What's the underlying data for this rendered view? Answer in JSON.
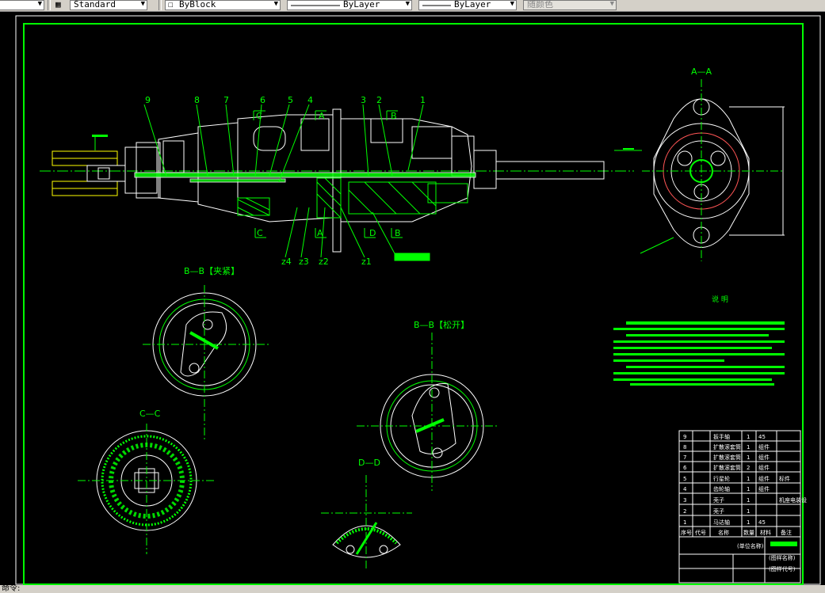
{
  "toolbar": {
    "text_style": "Standard",
    "color_layer": "ByBlock",
    "linetype": "ByLayer",
    "lineweight": "ByLayer",
    "plot_style": "随颜色"
  },
  "drawing": {
    "section_aa": "A—A",
    "section_bb_clamp": "B—B【夹紧】",
    "section_bb_release": "B—B【松开】",
    "section_cc": "C—C",
    "section_dd": "D—D",
    "notes_title": "说 明",
    "part_numbers": [
      "9",
      "8",
      "7",
      "6",
      "5",
      "4",
      "3",
      "2",
      "1"
    ],
    "gear_labels": [
      "z4",
      "z3",
      "z2",
      "z1"
    ],
    "cut_letters": {
      "c1": "C",
      "a1": "A",
      "b1": "B",
      "c2": "C",
      "a2": "A",
      "d2": "D",
      "b2": "B"
    }
  },
  "bom": {
    "rows": [
      {
        "no": "9",
        "name": "扳手轴",
        "qty": "1",
        "material": "45",
        "note": ""
      },
      {
        "no": "8",
        "name": "扩散滚套筒",
        "qty": "1",
        "material": "组件",
        "note": ""
      },
      {
        "no": "7",
        "name": "扩散滚套筒",
        "qty": "1",
        "material": "组件",
        "note": ""
      },
      {
        "no": "6",
        "name": "扩散滚套筒",
        "qty": "2",
        "material": "组件",
        "note": ""
      },
      {
        "no": "5",
        "name": "行星轮",
        "qty": "1",
        "material": "组件",
        "note": "标件"
      },
      {
        "no": "4",
        "name": "齿轮轴",
        "qty": "1",
        "material": "组件",
        "note": ""
      },
      {
        "no": "3",
        "name": "壳子",
        "qty": "1",
        "material": "",
        "note": "机座电装设"
      },
      {
        "no": "2",
        "name": "壳子",
        "qty": "1",
        "material": "",
        "note": ""
      },
      {
        "no": "1",
        "name": "马达轴",
        "qty": "1",
        "material": "45",
        "note": ""
      }
    ],
    "header": {
      "no": "序号",
      "code": "代号",
      "name": "名称",
      "qty": "数量",
      "material": "材料",
      "note": "备注"
    }
  },
  "title_block": {
    "t1": "(图样名称)",
    "t2": "(图样代号)",
    "t3": "(单位名称)"
  },
  "statusbar": {
    "prompt": "命令:"
  }
}
